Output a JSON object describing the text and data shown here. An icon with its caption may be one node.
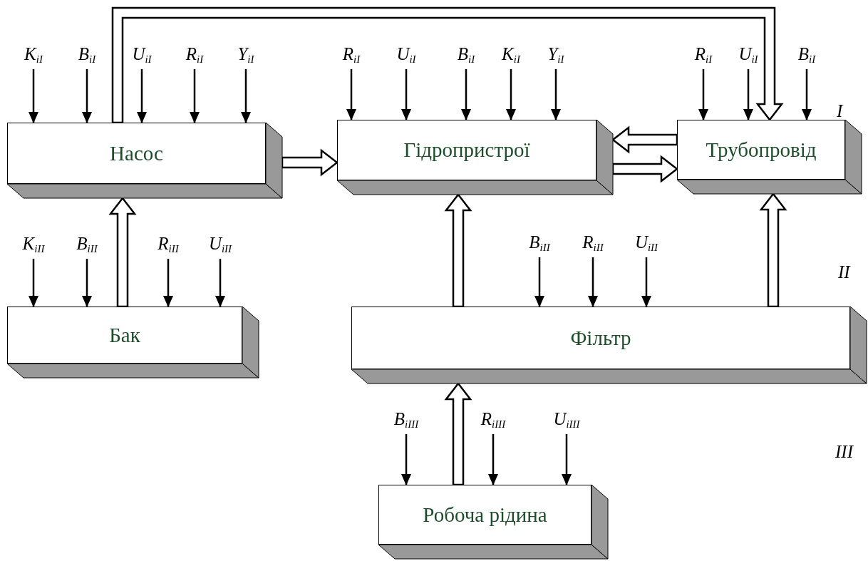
{
  "diagram": {
    "nodes": [
      {
        "text": [
          "K$_{iI}$"
        ]
      },
      {
        "text": [
          "B$_{iI}$"
        ]
      },
      {
        "text": [
          "U$_{iI}$"
        ]
      },
      {
        "text": [
          "R$_{iI}$"
        ]
      },
      {
        "text": [
          "Y$_{iI}$"
        ]
      },
      {
        "text": [
          "R$_{iI}$"
        ]
      },
      {
        "text": [
          "U$_{iI}$"
        ]
      },
      {
        "text": [
          "B$_{iI}$"
        ]
      },
      {
        "text": [
          "K$_{iI}$"
        ]
      },
      {
        "text": [
          "Y$_{iI}$"
        ]
      },
      {
        "text": [
          "R$_{iI}$"
        ]
      },
      {
        "text": [
          "U$_{iI}$"
        ]
      },
      {
        "text": [
          "B$_{iI}$"
        ]
      },
      {
        "text": [
          "Насос"
        ]
      },
      {
        "text": [
          "Гідропристрої"
        ]
      },
      {
        "text": [
          "Трубопровід"
        ]
      },
      {
        "text": [
          "K$_{iII}$"
        ]
      },
      {
        "text": [
          "B$_{iII}$"
        ]
      },
      {
        "text": [
          "R$_{iII}$"
        ]
      },
      {
        "text": [
          "U$_{iII}$"
        ]
      },
      {
        "text": [
          "B$_{iII}$"
        ]
      },
      {
        "text": [
          "R$_{iII}$"
        ]
      },
      {
        "text": [
          "U$_{iII}$"
        ]
      },
      {
        "text": [
          "Бак"
        ]
      },
      {
        "text": [
          "Фільтр"
        ]
      },
      {
        "text": [
          "B$_{iIII}$"
        ]
      },
      {
        "text": [
          "R$_{iIII}$"
        ]
      },
      {
        "text": [
          "U$_{iIII}$"
        ]
      },
      {
        "text": [
          "Робоча рідина"
        ]
      }
    ],
    "edges": [
      {
        "from": 0,
        "to": 13,
        "arrow": "to"
      },
      {
        "from": 1,
        "to": 13,
        "arrow": "to"
      },
      {
        "from": 2,
        "to": 13,
        "arrow": "to"
      },
      {
        "from": 3,
        "to": 13,
        "arrow": "to"
      },
      {
        "from": 4,
        "to": 13,
        "arrow": "to"
      },
      {
        "from": 5,
        "to": 14,
        "arrow": "to"
      },
      {
        "from": 6,
        "to": 14,
        "arrow": "to"
      },
      {
        "from": 7,
        "to": 14,
        "arrow": "to"
      },
      {
        "from": 8,
        "to": 14,
        "arrow": "to"
      },
      {
        "from": 9,
        "to": 14,
        "arrow": "to"
      },
      {
        "from": 10,
        "to": 15,
        "arrow": "to"
      },
      {
        "from": 11,
        "to": 15,
        "arrow": "to"
      },
      {
        "from": 12,
        "to": 15,
        "arrow": "to"
      },
      {
        "from": 16,
        "to": 23,
        "arrow": "to"
      },
      {
        "from": 17,
        "to": 23,
        "arrow": "to"
      },
      {
        "from": 18,
        "to": 23,
        "arrow": "to"
      },
      {
        "from": 19,
        "to": 23,
        "arrow": "to"
      },
      {
        "from": 20,
        "to": 24,
        "arrow": "to"
      },
      {
        "from": 21,
        "to": 24,
        "arrow": "to"
      },
      {
        "from": 22,
        "to": 24,
        "arrow": "to"
      },
      {
        "from": 25,
        "to": 28,
        "arrow": "to"
      },
      {
        "from": 26,
        "to": 28,
        "arrow": "to"
      },
      {
        "from": 27,
        "to": 28,
        "arrow": "to"
      },
      {
        "from": 13,
        "to": 14,
        "arrow": "to",
        "style": "thick"
      },
      {
        "from": 13,
        "to": 15,
        "arrow": "to",
        "style": "thick"
      },
      {
        "from": 15,
        "to": 14,
        "arrow": "to",
        "style": "thick"
      },
      {
        "from": 14,
        "to": 15,
        "arrow": "to",
        "style": "thick"
      },
      {
        "from": 23,
        "to": 13,
        "arrow": "to",
        "style": "thick"
      },
      {
        "from": 24,
        "to": 14,
        "arrow": "to",
        "style": "thick"
      },
      {
        "from": 24,
        "to": 15,
        "arrow": "to",
        "style": "thick"
      },
      {
        "from": 28,
        "to": 24,
        "arrow": "to",
        "style": "thick"
      }
    ],
    "labels": [
      "I",
      "II",
      "III"
    ]
  }
}
